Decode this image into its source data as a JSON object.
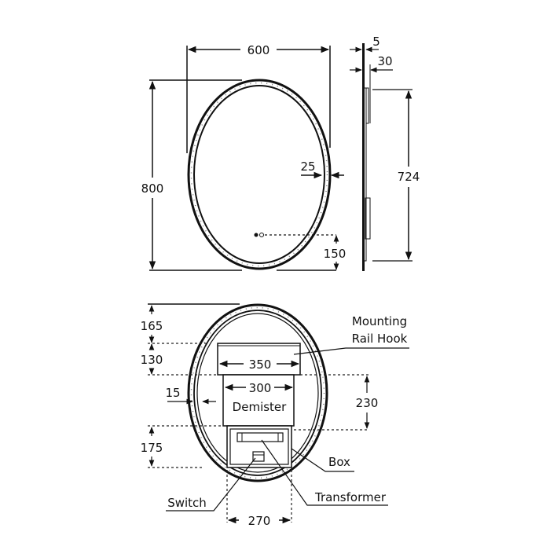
{
  "colors": {
    "ink": "#111111",
    "background": "#ffffff",
    "dash": "#222222"
  },
  "front_view": {
    "width_label": "600",
    "height_label": "800",
    "frame_width_label": "25",
    "switch_height_label": "150"
  },
  "side_view": {
    "glass_thickness_label": "5",
    "depth_label": "30",
    "rail_height_label": "724"
  },
  "rear_view": {
    "top_offset_label": "165",
    "rail_height_label": "130",
    "rail_width_label": "350",
    "demister_width_label": "300",
    "demister_height_label": "230",
    "inset_label": "15",
    "box_height_label": "175",
    "box_width_label": "270",
    "callouts": {
      "mounting_rail_hook_line1": "Mounting",
      "mounting_rail_hook_line2": "Rail Hook",
      "demister": "Demister",
      "box": "Box",
      "switch": "Switch",
      "transformer": "Transformer"
    }
  }
}
